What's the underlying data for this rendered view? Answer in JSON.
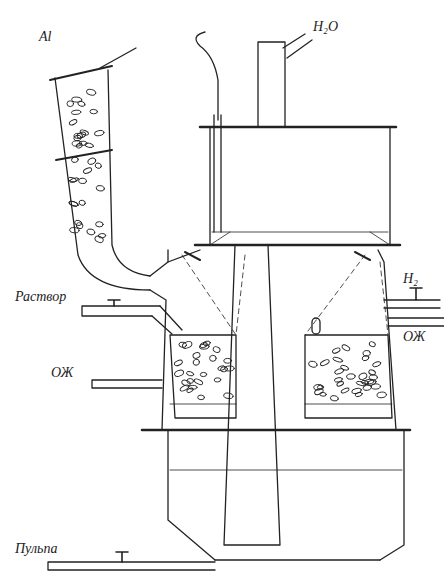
{
  "diagram": {
    "labels": [
      "Al",
      "H₂O",
      "H₂",
      "ОЖ",
      "Раствор",
      "ОЖ",
      "Пульпа"
    ]
  }
}
